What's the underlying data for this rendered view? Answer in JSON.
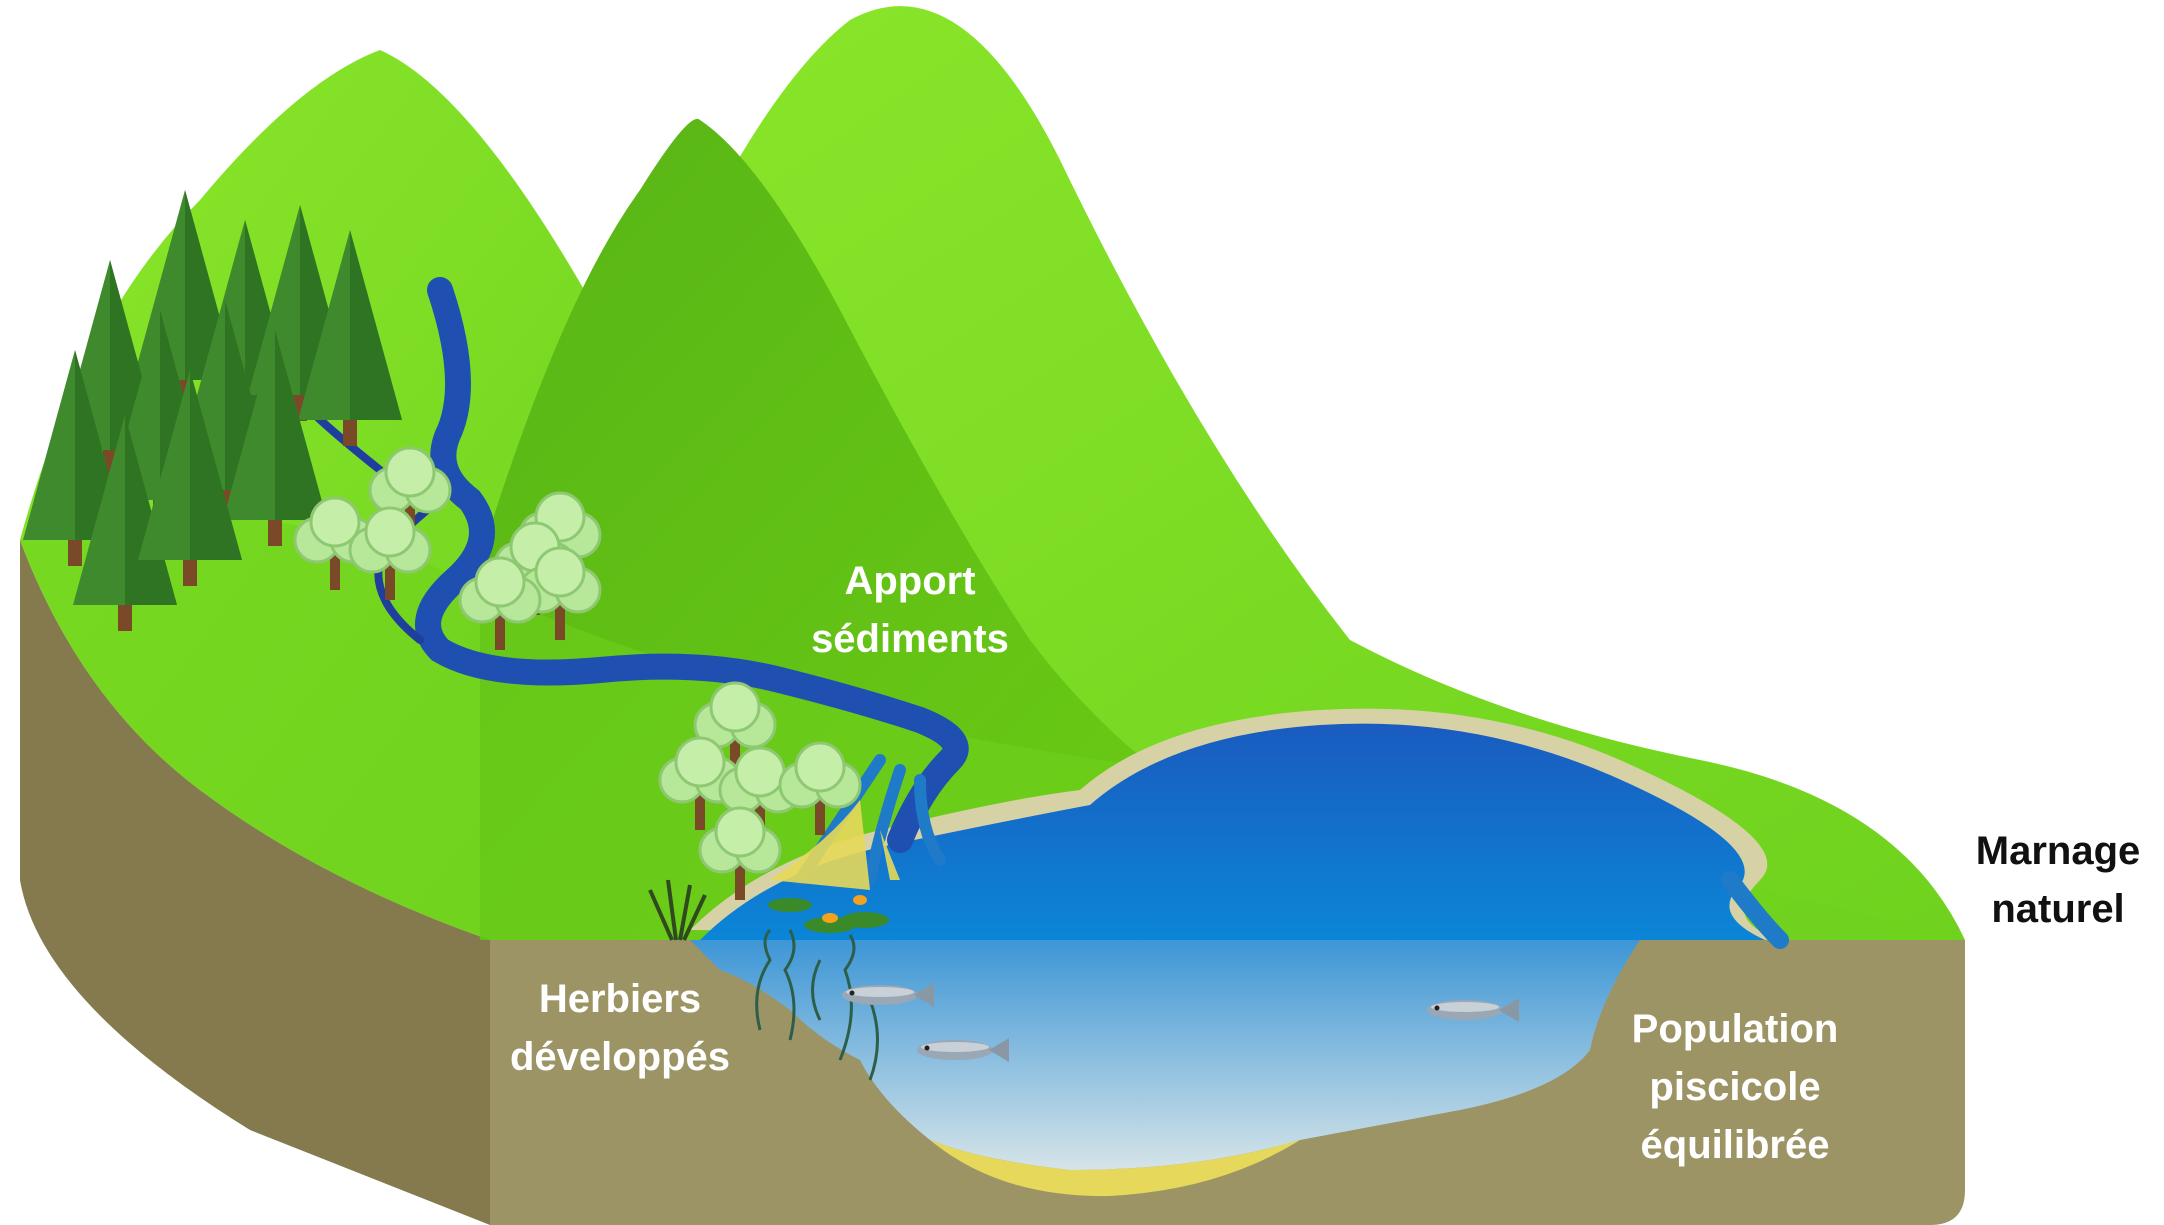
{
  "labels": {
    "apport_sediments": [
      "Apport",
      "sédiments"
    ],
    "marnage_naturel": [
      "Marnage",
      "naturel"
    ],
    "herbiers_developpes": [
      "Herbiers",
      "développés"
    ],
    "population_piscicole": [
      "Population",
      "piscicole",
      "équilibrée"
    ]
  },
  "colors": {
    "mountain_light": "#86e02a",
    "mountain_dark": "#5cbd18",
    "soil": "#9d9465",
    "soil_side": "#847a4e",
    "river": "#1f4fb0",
    "lake_top": "#1b63c4",
    "lake_section_top": "#4d9ed8",
    "lake_section_bottom": "#cfe0e6",
    "sediment": "#e6d85a",
    "pine": "#3f8a2c",
    "trunk": "#7a4a28",
    "deciduous": "#b7e89a",
    "text_light": "#ffffff",
    "text_dark": "#111111"
  },
  "icons": [
    "pine-tree-icon",
    "deciduous-tree-icon",
    "fish-icon",
    "water-lily-icon",
    "reed-icon",
    "aquatic-plant-icon"
  ]
}
